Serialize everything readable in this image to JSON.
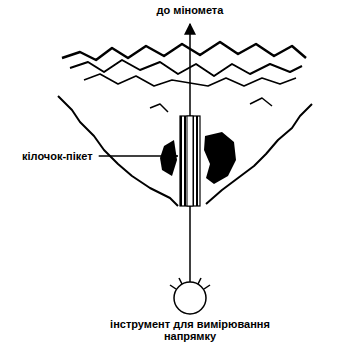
{
  "diagram": {
    "labels": [
      "до мінометa",
      "кілочок-пікет",
      "інструмент для вимірювання напрямку"
    ]
  }
}
